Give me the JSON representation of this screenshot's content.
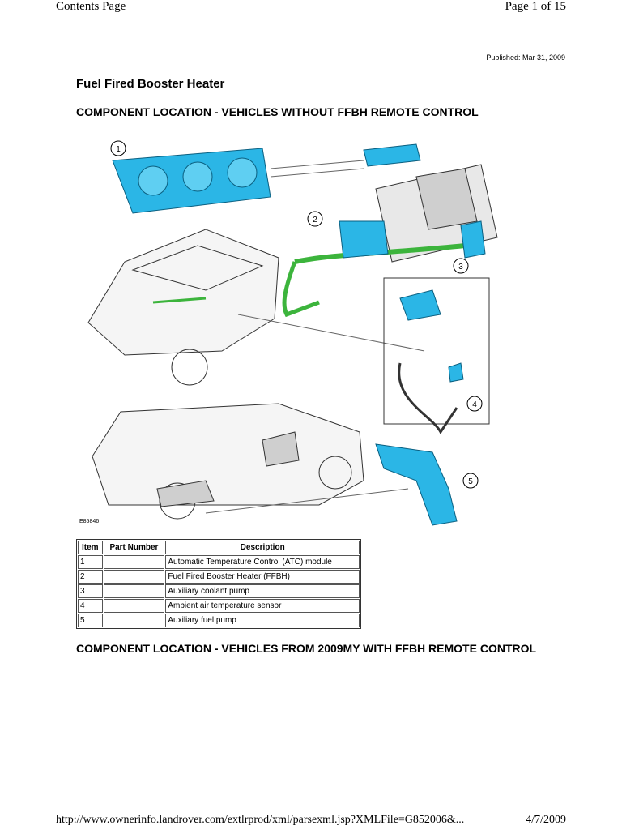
{
  "header": {
    "left": "Contents Page",
    "right": "Page 1 of 15"
  },
  "published": "Published: Mar 31, 2009",
  "title": "Fuel Fired Booster Heater",
  "section1": "COMPONENT LOCATION - VEHICLES WITHOUT FFBH REMOTE CONTROL",
  "figure": {
    "code": "E85846",
    "callouts": [
      "1",
      "2",
      "3",
      "4",
      "5"
    ],
    "accent": "#2bb6e6",
    "hose": "#3cb43c"
  },
  "table": {
    "headers": [
      "Item",
      "Part Number",
      "Description"
    ],
    "rows": [
      [
        "1",
        "",
        "Automatic Temperature Control (ATC) module"
      ],
      [
        "2",
        "",
        "Fuel Fired Booster Heater (FFBH)"
      ],
      [
        "3",
        "",
        "Auxiliary coolant pump"
      ],
      [
        "4",
        "",
        "Ambient air temperature sensor"
      ],
      [
        "5",
        "",
        "Auxiliary fuel pump"
      ]
    ]
  },
  "section2": "COMPONENT LOCATION - VEHICLES FROM 2009MY WITH FFBH REMOTE CONTROL",
  "footer": {
    "url": "http://www.ownerinfo.landrover.com/extlrprod/xml/parsexml.jsp?XMLFile=G852006&...",
    "date": "4/7/2009"
  }
}
